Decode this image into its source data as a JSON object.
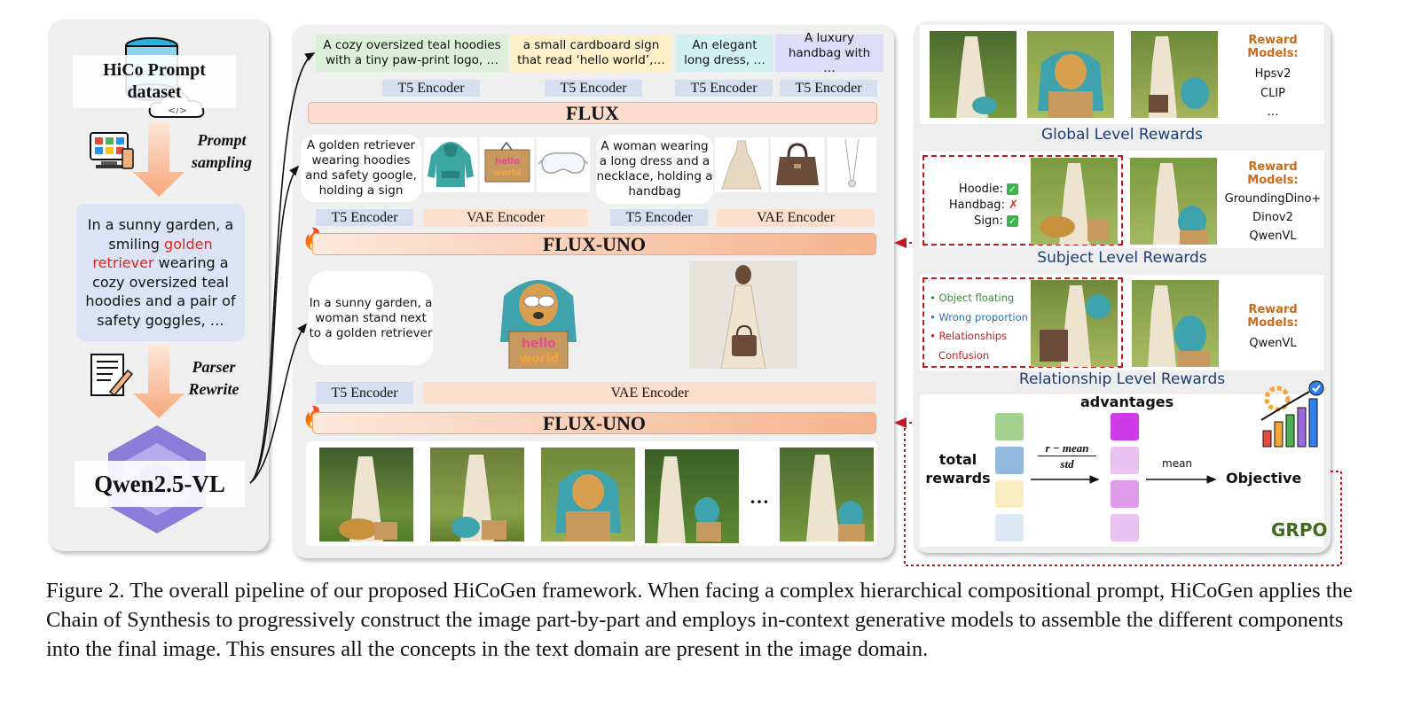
{
  "left": {
    "dataset_label": "HiCo Prompt dataset",
    "prompt_sampling": "Prompt sampling",
    "prompt_text_before": "In a sunny garden, a smiling ",
    "prompt_text_highlight": "golden retriever",
    "prompt_text_after": " wearing a cozy oversized teal hoodies and a pair of safety goggles, …",
    "parser_rewrite": "Parser Rewrite",
    "model_label": "Qwen2.5-VL"
  },
  "middle": {
    "top_prompts": [
      "A cozy oversized teal hoodies with a tiny paw-print logo, …",
      "a small cardboard sign that read ‘hello world’,…",
      "An elegant long dress, …",
      "A luxury handbag with …"
    ],
    "t5_encoder": "T5 Encoder",
    "vae_encoder": "VAE Encoder",
    "flux_label": "FLUX",
    "flux_uno_label": "FLUX-UNO",
    "subject_prompt_1": "A golden retriever wearing hoodies and safety google, holding a sign",
    "subject_prompt_2": "A woman wearing a long dress and a necklace, holding a handbag",
    "scene_prompt": "In a sunny garden, a woman stand next to a golden retriever",
    "ellipsis": "…",
    "fire_icon": "fire-icon",
    "sign_text_line1": "hello",
    "sign_text_line2": "world"
  },
  "right": {
    "reward_models_title": "Reward Models:",
    "global_models": [
      "Hpsv2",
      "CLIP",
      "…"
    ],
    "global_label": "Global Level Rewards",
    "subject_checks": [
      {
        "label": "Hoodie:",
        "status": "check"
      },
      {
        "label": "Handbag:",
        "status": "cross"
      },
      {
        "label": "Sign:",
        "status": "check"
      }
    ],
    "subject_models": [
      "GroundingDino+",
      "Dinov2",
      "QwenVL"
    ],
    "subject_label": "Subject Level Rewards",
    "relationship_issues": [
      {
        "text": "• Object floating",
        "color": "#3a8a3a"
      },
      {
        "text": "• Wrong proportion",
        "color": "#2f6db0"
      },
      {
        "text": "• Relationships",
        "color": "#b41e1e"
      },
      {
        "text": "Confusion",
        "color": "#b41e1e"
      }
    ],
    "relationship_models": [
      "QwenVL"
    ],
    "relationship_label": "Relationship Level Rewards",
    "advantages_label": "advantages",
    "total_rewards_label": "total rewards",
    "formula_numerator": "r − mean",
    "formula_denominator": "std",
    "mean_label": "mean",
    "objective_label": "Objective",
    "grpo_label": "GRPO",
    "reward_colors": [
      "#a3d18f",
      "#93b8e0",
      "#fbedc3",
      "#dde8f5"
    ],
    "advantage_colors": [
      "#cf3be6",
      "#ebc3f3",
      "#dd9be9",
      "#ebc3f3"
    ]
  },
  "caption": "Figure 2. The overall pipeline of our proposed HiCoGen framework. When facing a complex hierarchical compositional prompt, HiCoGen applies the Chain of Synthesis to progressively construct the image part-by-part and employs in-context generative models to assemble the different components into the final image. This ensures all the concepts in the text domain are present in the image domain."
}
